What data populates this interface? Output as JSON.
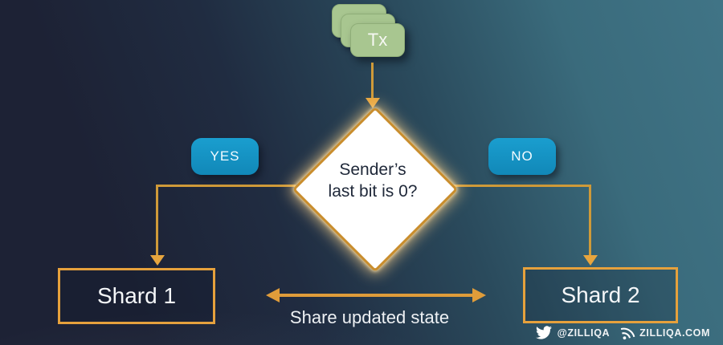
{
  "colors": {
    "background_navy": "#1d2235",
    "background_teal": "#407486",
    "accent_orange": "#e7a23c",
    "line_gold": "#cf9a39",
    "badge_blue": "#1694c5",
    "card_green": "#a8c690",
    "diamond_fill": "#ffffff",
    "diamond_border": "#c98d2d",
    "text_light": "#f2f4f6",
    "text_dark": "#20293a"
  },
  "tx_stack": {
    "label": "Tx"
  },
  "decision": {
    "line1": "Sender’s",
    "line2": "last bit is 0?"
  },
  "branches": {
    "yes_label": "YES",
    "no_label": "NO"
  },
  "shards": {
    "shard1_label": "Shard 1",
    "shard2_label": "Shard 2"
  },
  "share": {
    "label": "Share updated state"
  },
  "footer": {
    "twitter_handle": "@ZILLIQA",
    "website": "ZILLIQA.COM",
    "icons": {
      "twitter": "twitter-bird-icon",
      "website": "rss-waves-icon"
    }
  }
}
